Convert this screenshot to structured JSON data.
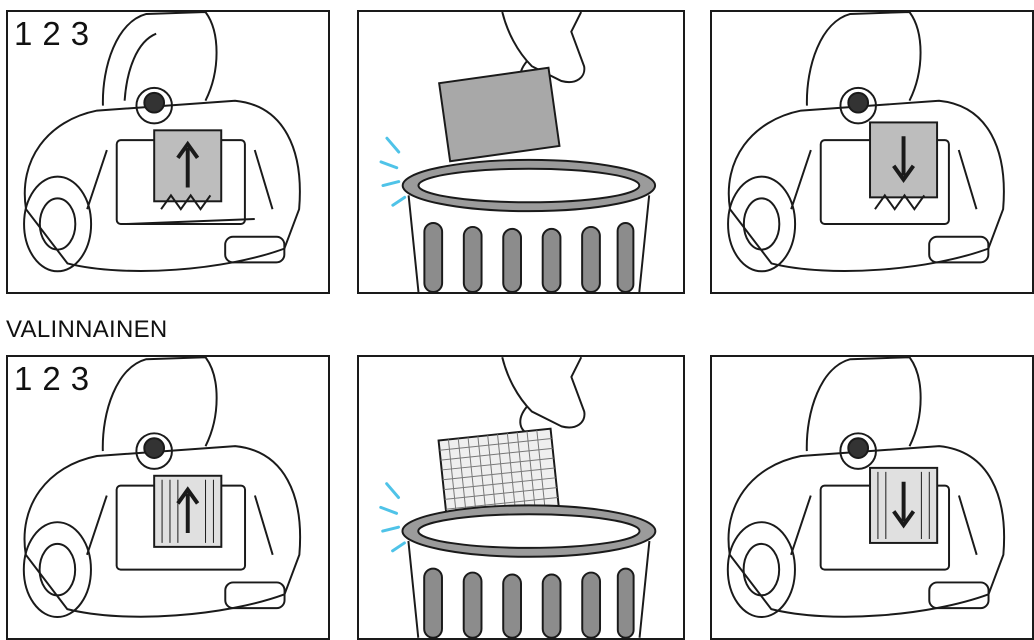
{
  "steps": [
    "1",
    "2",
    "3"
  ],
  "section_label": "VALINNAINEN",
  "colors": {
    "line": "#1a1a1a",
    "filter_gray": "#a8a8a8",
    "bin_band": "#9b9b9b",
    "slot": "#8c8c8c",
    "splash": "#4fc3e8"
  },
  "panels": [
    {
      "row": 1,
      "col": 1,
      "scene": "vacuum-filter-removal",
      "arrow": "up"
    },
    {
      "row": 1,
      "col": 2,
      "scene": "dispose-filter-in-bin",
      "filter": "solid"
    },
    {
      "row": 1,
      "col": 3,
      "scene": "vacuum-filter-insert",
      "arrow": "down"
    },
    {
      "row": 2,
      "col": 1,
      "scene": "vacuum-filter-removal",
      "arrow": "up"
    },
    {
      "row": 2,
      "col": 2,
      "scene": "dispose-filter-in-bin",
      "filter": "mesh"
    },
    {
      "row": 2,
      "col": 3,
      "scene": "vacuum-filter-insert",
      "arrow": "down"
    }
  ]
}
